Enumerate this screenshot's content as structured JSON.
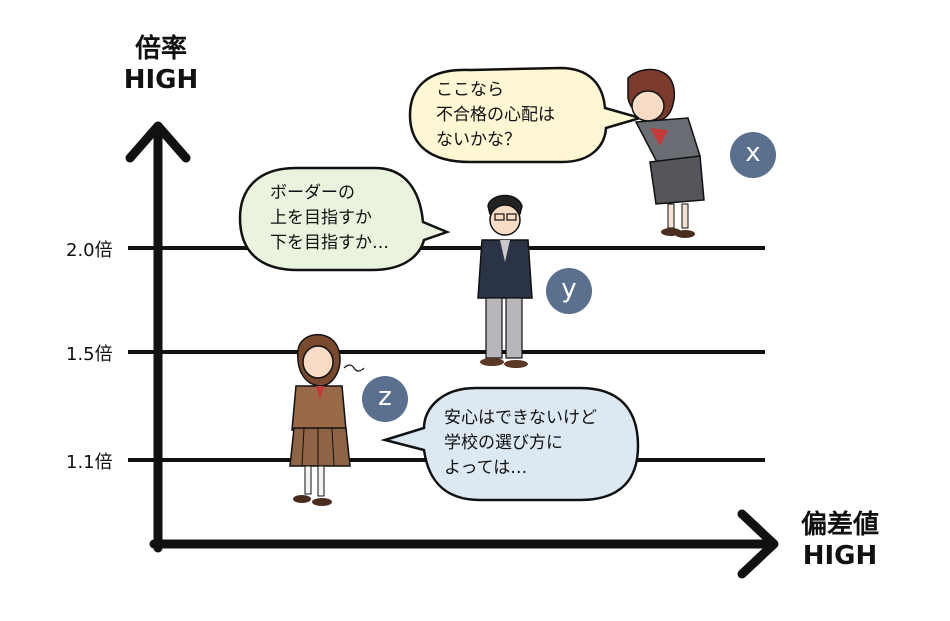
{
  "axes": {
    "y_label": [
      "倍率",
      "HIGH"
    ],
    "x_label": [
      "偏差値",
      "HIGH"
    ]
  },
  "levels": [
    {
      "label": "2.0倍",
      "value": 2.0
    },
    {
      "label": "1.5倍",
      "value": 1.5
    },
    {
      "label": "1.1倍",
      "value": 1.1
    }
  ],
  "students": [
    {
      "id": "x",
      "badge": "x",
      "speech": [
        "ここなら",
        "不合格の心配は",
        "ないかな？"
      ],
      "bubble_color": "#fdf7d4"
    },
    {
      "id": "y",
      "badge": "y",
      "speech": [
        "ボーダーの",
        "上を目指すか",
        "下を目指すか…"
      ],
      "bubble_color": "#eaf3dd"
    },
    {
      "id": "z",
      "badge": "z",
      "speech": [
        "安心はできないけど",
        "学校の選び方に",
        "よっては…"
      ],
      "bubble_color": "#dde9f2"
    }
  ],
  "colors": {
    "axis": "#111111",
    "badge": "#5b6f8e"
  }
}
